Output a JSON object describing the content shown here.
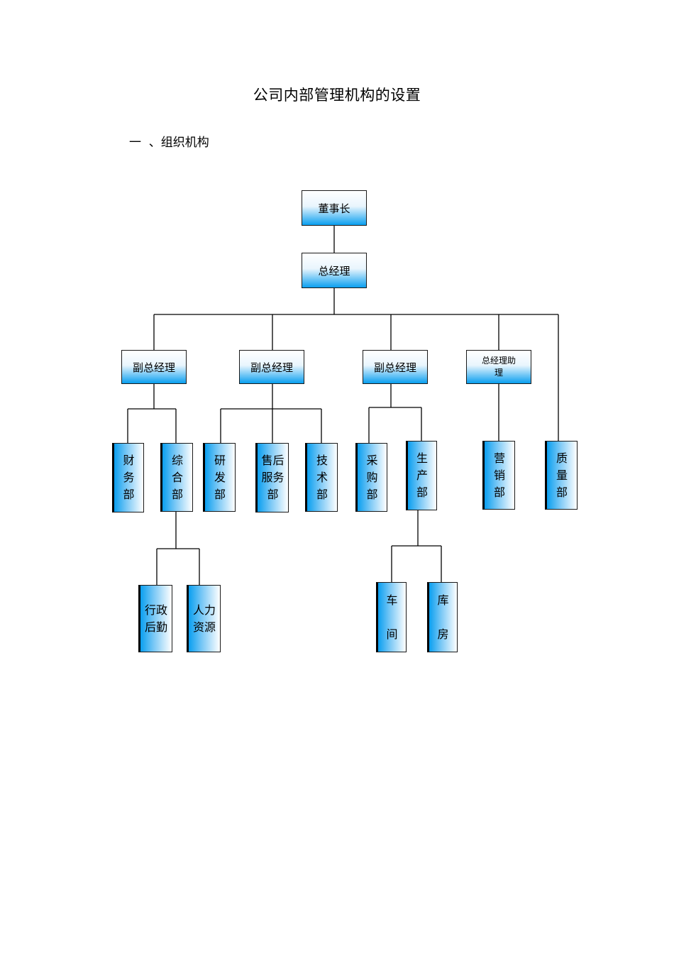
{
  "document": {
    "title": "公司内部管理机构的设置",
    "section_heading": "一  、组织机构"
  },
  "org_chart": {
    "chairman": "董事长",
    "general_manager": "总经理",
    "level2": {
      "vp_1": "副总经理",
      "vp_2": "副总经理",
      "vp_3": "副总经理",
      "gm_assistant": "总经理助理"
    },
    "departments": {
      "finance": "财务部",
      "general_affairs": "综合部",
      "rnd": "研发部",
      "after_sales": "售后服务部",
      "technology": "技术部",
      "procurement": "采购部",
      "production": "生产部",
      "marketing": "营销部",
      "quality": "质量部"
    },
    "sub_units": {
      "admin_logistics": "行政后勤",
      "human_resources": "人力资源",
      "workshop": "车间",
      "warehouse": "库房"
    }
  }
}
